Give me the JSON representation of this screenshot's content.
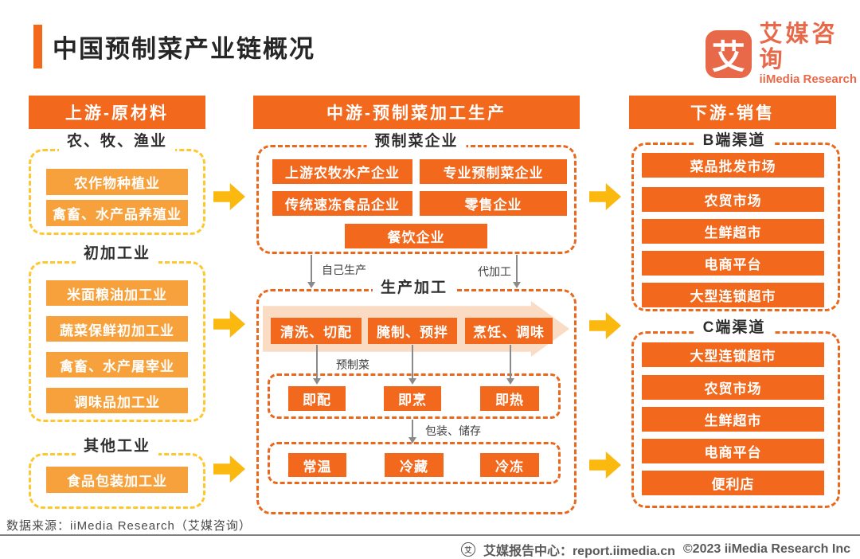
{
  "header": {
    "title": "中国预制菜产业链概况",
    "logo": {
      "mark": "艾",
      "name_cn": "艾媒咨询",
      "name_en": "iiMedia Research"
    }
  },
  "upstream": {
    "title": "上游-原材料",
    "sections": [
      {
        "label": "农、牧、渔业",
        "items": [
          "农作物种植业",
          "禽畜、水产品养殖业"
        ]
      },
      {
        "label": "初加工业",
        "items": [
          "米面粮油加工业",
          "蔬菜保鲜初加工业",
          "禽畜、水产屠宰业",
          "调味品加工业"
        ]
      },
      {
        "label": "其他工业",
        "items": [
          "食品包装加工业"
        ]
      }
    ]
  },
  "midstream": {
    "title": "中游-预制菜加工生产",
    "enterprises_label": "预制菜企业",
    "enterprises": [
      "上游农牧水产企业",
      "专业预制菜企业",
      "传统速冻食品企业",
      "零售企业",
      "餐饮企业"
    ],
    "flow_self": "自己生产",
    "flow_oem": "代加工",
    "production_label": "生产加工",
    "process_steps": [
      "清洗、切配",
      "腌制、预拌",
      "烹饪、调味"
    ],
    "prepared_label": "预制菜",
    "ready_types": [
      "即配",
      "即烹",
      "即热"
    ],
    "packaging_label": "包装、储存",
    "storage_types": [
      "常温",
      "冷藏",
      "冷冻"
    ]
  },
  "downstream": {
    "title": "下游-销售",
    "sections": [
      {
        "label": "B端渠道",
        "items": [
          "菜品批发市场",
          "农贸市场",
          "生鲜超市",
          "电商平台",
          "大型连锁超市"
        ]
      },
      {
        "label": "C端渠道",
        "items": [
          "大型连锁超市",
          "农贸市场",
          "生鲜超市",
          "电商平台",
          "便利店"
        ]
      }
    ]
  },
  "footer": {
    "source": "数据来源：iiMedia Research（艾媒咨询）",
    "report_center": "艾媒报告中心：report.iimedia.cn",
    "copyright": "©2023  iiMedia Research  Inc"
  },
  "colors": {
    "orange": "#F2691D",
    "light_orange": "#F7A13C",
    "dash_yellow": "#FFC72E",
    "dash_orange": "#EB671B",
    "arrow_gold": "#FBB90F",
    "arrow_peach": "#FADBC4",
    "logo_orange": "#E8694A"
  }
}
